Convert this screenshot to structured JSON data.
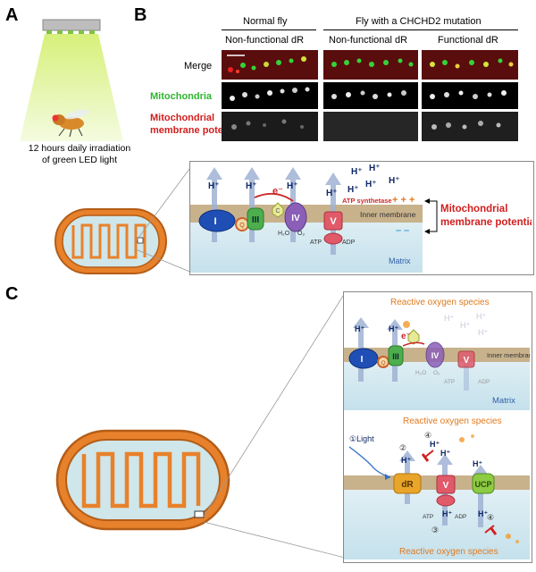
{
  "panelA": {
    "letter": "A",
    "caption_line1": "12 hours daily irradiation",
    "caption_line2": "of green LED light"
  },
  "panelB": {
    "letter": "B",
    "group_normal": "Normal fly",
    "group_mutant": "Fly with a CHCHD2 mutation",
    "col1": "Non-functional dR",
    "col2": "Non-functional dR",
    "col3": "Functional dR",
    "row_merge": "Merge",
    "row_mito": "Mitochondria",
    "row_potential_l1": "Mitochondrial",
    "row_potential_l2": "membrane potential",
    "inset": {
      "complex_I": "I",
      "complex_III": "III",
      "complex_IV": "IV",
      "complex_V": "V",
      "q": "Q",
      "c": "C",
      "e": "e⁻",
      "h_label": "H⁺",
      "h2o": "H₂O",
      "o2": "O₂",
      "atp": "ATP",
      "adp": "ADP",
      "atp_synthetase": "ATP synthetase",
      "plus_signs": "+ + +",
      "minus_signs": "– –",
      "inner_membrane": "Inner membrane",
      "matrix": "Matrix",
      "potential_l1": "Mitochondrial",
      "potential_l2": "membrane potential"
    }
  },
  "panelC": {
    "letter": "C",
    "top": {
      "ros": "Reactive oxygen species",
      "inner_membrane": "Inner membrane",
      "matrix": "Matrix",
      "e": "e⁻",
      "h_label": "H⁺",
      "complex_I": "I",
      "complex_III": "III",
      "complex_IV": "IV",
      "complex_V": "V",
      "q": "Q",
      "atp": "ATP",
      "adp": "ADP",
      "h2o": "H₂O",
      "o2": "O₂"
    },
    "bottom": {
      "ros_top": "Reactive oxygen species",
      "ros_bottom": "Reactive oxygen species",
      "light": "①Light",
      "n2": "②",
      "n3": "③",
      "n4a": "④",
      "n4b": "④",
      "dr": "dR",
      "v": "V",
      "ucp": "UCP",
      "h_label": "H⁺",
      "atp": "ATP",
      "adp": "ADP"
    }
  }
}
